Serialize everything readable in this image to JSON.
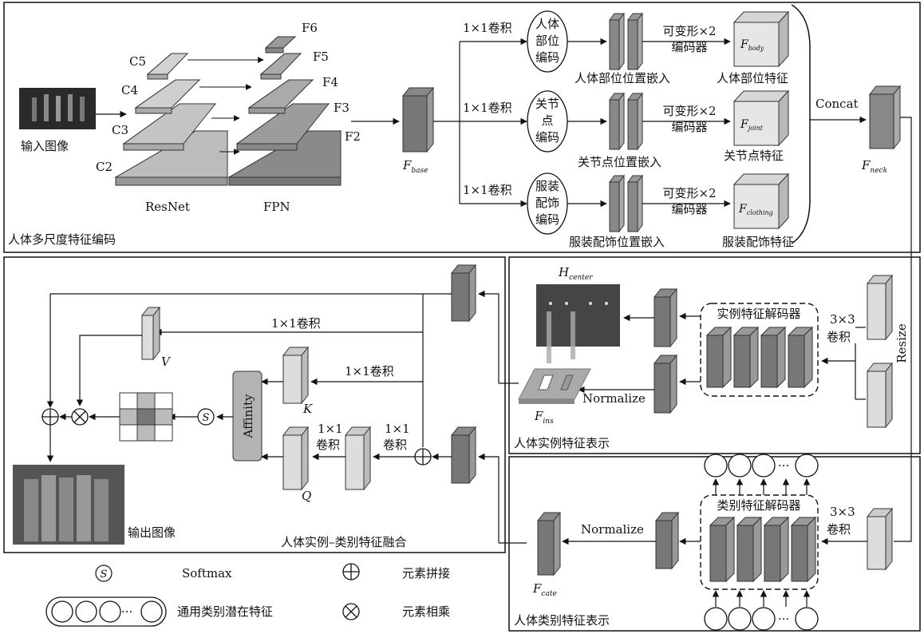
{
  "panels": {
    "top_title": "人体多尺度特征编码",
    "mid_left_title": "人体实例–类别特征融合",
    "mid_right_title": "人体实例特征表示",
    "bottom_right_title": "人体类别特征表示"
  },
  "top": {
    "input_label": "输入图像",
    "c_labels": [
      "C5",
      "C4",
      "C3",
      "C2"
    ],
    "f_labels": [
      "F6",
      "F5",
      "F4",
      "F3",
      "F2"
    ],
    "resnet_label": "ResNet",
    "fpn_label": "FPN",
    "f_base_main": "F",
    "f_base_sub": "base",
    "conv1x1": "1×1卷积",
    "enc_body": [
      "人体",
      "部位",
      "编码"
    ],
    "enc_joint": [
      "关节",
      "点",
      "编码"
    ],
    "enc_cloth": [
      "服装",
      "配饰",
      "编码"
    ],
    "deform_line1": "可变形×2",
    "deform_line2": "编码器",
    "embed_body": "人体部位位置嵌入",
    "embed_joint": "关节点位置嵌入",
    "embed_cloth": "服装配饰位置嵌入",
    "feat_body": "人体部位特征",
    "feat_joint": "关节点特征",
    "feat_cloth": "服装配饰特征",
    "cube_body_sub": "body",
    "cube_joint_sub": "joint",
    "cube_cloth_sub": "clothing",
    "concat": "Concat",
    "f_neck_sub": "neck"
  },
  "instance": {
    "h_center_main": "H",
    "h_center_sub": "center",
    "decoder": "实例特征解码器",
    "conv3x3_a": "3×3",
    "conv3x3_b": "卷积",
    "resize": "Resize",
    "normalize": "Normalize",
    "f_ins_sub": "ins"
  },
  "fusion": {
    "conv1x1": "1×1卷积",
    "conv_a": "1×1",
    "conv_b": "卷积",
    "v": "V",
    "k": "K",
    "q": "Q",
    "affinity": "Affinity",
    "s": "S",
    "output_label": "输出图像"
  },
  "category": {
    "decoder": "类别特征解码器",
    "conv3x3_a": "3×3",
    "conv3x3_b": "卷积",
    "normalize": "Normalize",
    "f_cate_sub": "cate",
    "dots": "···"
  },
  "legend": {
    "softmax": "Softmax",
    "concat_elem": "元素拼接",
    "general_latent": "通用类别潜在特征",
    "mult_elem": "元素相乘",
    "s": "S",
    "dots": "···"
  }
}
